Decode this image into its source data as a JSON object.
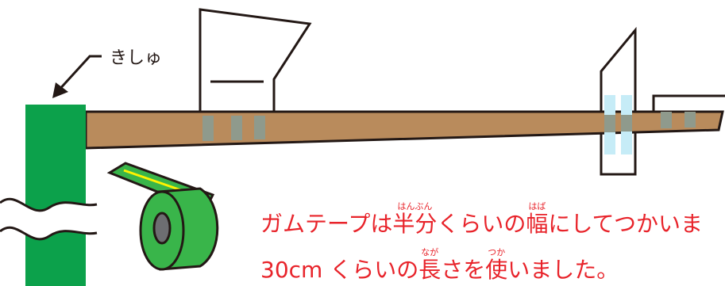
{
  "labels": {
    "fuselage_pointer": "きしゅ"
  },
  "instructions": {
    "line1": {
      "segments": [
        {
          "text": "ガムテープは",
          "ruby": ""
        },
        {
          "text": "半分",
          "ruby": "はんぶん"
        },
        {
          "text": "くらいの",
          "ruby": ""
        },
        {
          "text": "幅",
          "ruby": "はば"
        },
        {
          "text": "にしてつかいま",
          "ruby": ""
        }
      ]
    },
    "line2": {
      "segments": [
        {
          "text": "30cm くらいの",
          "ruby": ""
        },
        {
          "text": "長",
          "ruby": "なが"
        },
        {
          "text": "さを",
          "ruby": ""
        },
        {
          "text": "使",
          "ruby": "つか"
        },
        {
          "text": "いました。",
          "ruby": ""
        }
      ]
    }
  },
  "colors": {
    "text_red": "#e8232a",
    "stick_brown": "#b98b5c",
    "post_green": "#0ca14b",
    "tape_green": "#39b54a",
    "tape_yellow": "#fff200",
    "tape_gray": "#8f9a8c",
    "tape_blue": "#c6ecf7",
    "outline": "#231815"
  }
}
